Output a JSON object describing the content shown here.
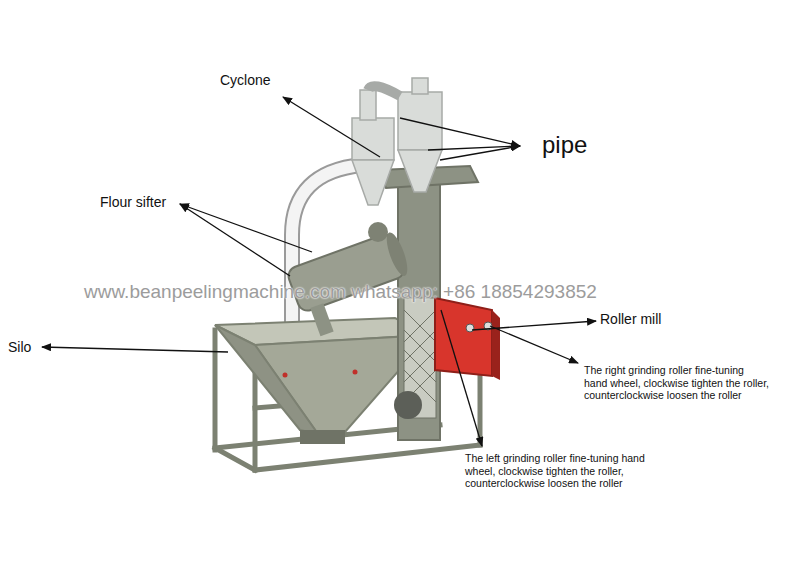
{
  "diagram": {
    "labels": [
      "Cyclone",
      "pipe",
      "Flour sifter",
      "Silo",
      "Roller mill",
      "The right grinding roller fine-tuning hand wheel, clockwise tighten the roller, counterclockwise loosen the roller",
      "The left grinding roller fine-tuning hand wheel, clockwise tighten the roller, counterclockwise loosen the roller",
      "www.beanpeelingmachine.com whatsapp: +86 18854293852"
    ]
  }
}
